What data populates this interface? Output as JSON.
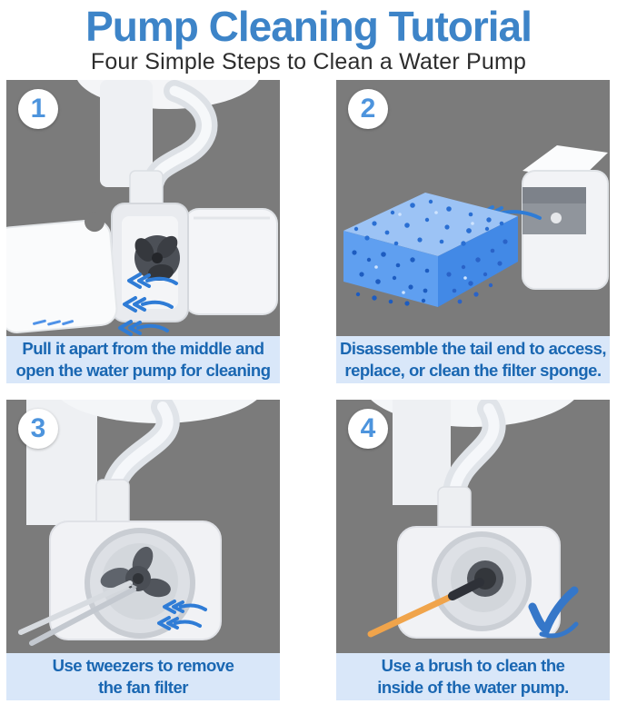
{
  "header": {
    "title": "Pump Cleaning Tutorial",
    "subtitle": "Four Simple Steps to Clean a Water Pump"
  },
  "steps": [
    {
      "number": "1",
      "caption": "Pull it apart from the middle and open the water pump for cleaning",
      "lines": [
        "Pull it apart from the middle and",
        "open the water pump for cleaning"
      ],
      "illustration": "pump-pulled-apart-at-middle"
    },
    {
      "number": "2",
      "caption": "Disassemble the tail end to access, replace, or clean the filter sponge.",
      "lines": [
        "Disassemble the tail end to access,",
        "replace, or clean the filter sponge."
      ],
      "illustration": "filter-sponge-removed-from-tail-end"
    },
    {
      "number": "3",
      "caption": "Use tweezers to remove the fan filter",
      "lines": [
        "Use tweezers to remove",
        "the fan filter"
      ],
      "illustration": "tweezers-removing-fan-filter"
    },
    {
      "number": "4",
      "caption": "Use a brush to clean the inside of the water pump.",
      "lines": [
        "Use a brush to clean the",
        "inside of the water pump."
      ],
      "illustration": "brush-cleaning-inside-of-pump"
    }
  ],
  "colors": {
    "title_blue": "#3d84c8",
    "subtitle_gray": "#2d2d2d",
    "panel_background_gray": "#7b7b7b",
    "caption_background": "#d9e7f9",
    "caption_text_blue": "#1a67b2",
    "badge_number_blue": "#4d94dd",
    "arrow_blue": "#2f7cd6",
    "sponge_blue": "#5f9ff0",
    "brush_handle_orange": "#f0a44b",
    "checkmark_blue": "#3577c9"
  }
}
